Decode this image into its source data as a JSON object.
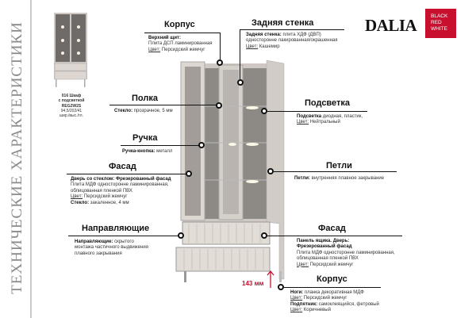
{
  "side_title": "ТЕХНИЧЕСКИЕ ХАРАКТЕРИСТИКИ",
  "logo": {
    "name": "DALIA",
    "brand": [
      "BLACK",
      "RED",
      "WHITE"
    ],
    "brand_color": "#c8102e"
  },
  "product": {
    "line1": "016 Шкаф",
    "line2": "с подсветкой",
    "code": "REG2W2S",
    "dims": "94,5/202/41",
    "dims_label": "шир./выс./гл."
  },
  "callouts": {
    "korpus_top": {
      "title": "Корпус",
      "l1b": "Верхний щит:",
      "l2": "Плита ДСП ламинированная",
      "c_label": "Цвет:",
      "c_val": " Персидский жемчуг"
    },
    "back": {
      "title": "Задняя стенка",
      "l1b": "Задняя стенка:",
      "l1": " плита ХДФ (ДВП)",
      "l2": "односторонне лакированная/окрашенная",
      "c_label": "Цвет:",
      "c_val": "  Кашемир"
    },
    "shelf": {
      "title": "Полка",
      "l1b": "Стекло:",
      "l1": " прозрачное, 5 мм"
    },
    "light": {
      "title": "Подсветка",
      "l1b": "Подсветка",
      "l1": " диодная, пластик,",
      "c_label": "Цвет:",
      "c_val": " Нейтральный"
    },
    "handle": {
      "title": "Ручка",
      "l1b": "Ручка-кнопка:",
      "l1": " металл"
    },
    "facade_left": {
      "title": "Фасад",
      "l1b": "Дверь со стеклом: Фрезерованный фасад",
      "l2": "Плита МДФ односторонне ламинированная,",
      "l3": "облицованная пленкой ПВХ",
      "c_label": "Цвет:",
      "c_val": " Персидский жемчуг",
      "l5b": "Стекло:",
      "l5": " закаленное, 4 мм"
    },
    "hinges": {
      "title": "Петли",
      "l1b": "Петли:",
      "l1": " внутренняя плавное закрывание"
    },
    "rails": {
      "title": "Направляющие",
      "l1b": "Направляющие:",
      "l1": " скрытого",
      "l2": "монтажа частичного выдвижения",
      "l3": "плавного закрывания"
    },
    "facade_right": {
      "title": "Фасад",
      "l1b": "Панель ящика. Дверь:",
      "l2b": "Фрезерованный фасад",
      "l3": "Плита МДФ односторонне ламинированная,",
      "l4": "облицованная пленкой ПВХ",
      "c_label": "Цвет:",
      "c_val": " Персидский жемчуг"
    },
    "korpus_bottom": {
      "title": "Корпус",
      "l1b": "Ноги:",
      "l1": " планка декоративная МДФ",
      "c1_label": "Цвет:",
      "c1_val": " Персидский жемчуг",
      "l3b": "Подпятник:",
      "l3": " самоклеящийся, фетровый",
      "c2_label": "Цвет:",
      "c2_val": " Коричневый"
    }
  },
  "height_mark": "143 мм"
}
